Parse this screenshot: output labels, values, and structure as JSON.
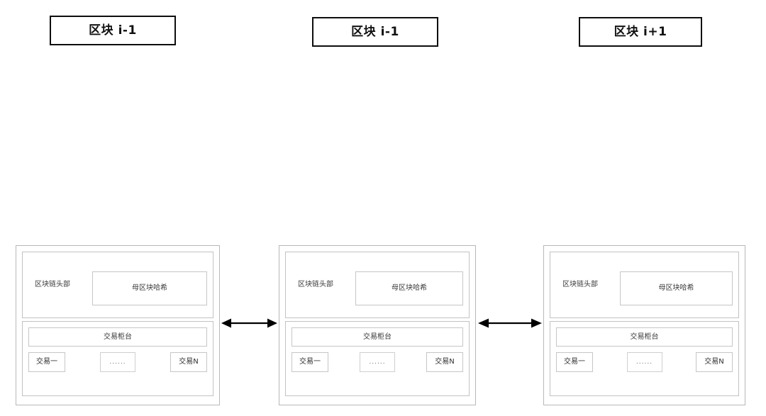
{
  "diagram": {
    "type": "blockchain-block-structure",
    "background_color": "#ffffff",
    "border_color": "#c2c2c2",
    "title_border_color": "#0d0d0d",
    "arrow_color": "#000000",
    "titles": [
      {
        "label": "区块 i-1"
      },
      {
        "label": "区块 i-1"
      },
      {
        "label": "区块 i+1"
      }
    ],
    "blocks": [
      {
        "header_label": "区块链头部",
        "hash_label": "母区块哈希",
        "counter_label": "交易柜台",
        "transactions": [
          {
            "label": "交易一"
          },
          {
            "label": "......"
          },
          {
            "label": "交易N"
          }
        ]
      },
      {
        "header_label": "区块链头部",
        "hash_label": "母区块哈希",
        "counter_label": "交易柜台",
        "transactions": [
          {
            "label": "交易一"
          },
          {
            "label": "......"
          },
          {
            "label": "交易N"
          }
        ]
      },
      {
        "header_label": "区块链头部",
        "hash_label": "母区块哈希",
        "counter_label": "交易柜台",
        "transactions": [
          {
            "label": "交易一"
          },
          {
            "label": "......"
          },
          {
            "label": "交易N"
          }
        ]
      }
    ],
    "connectors": [
      {
        "icon": "double-arrow-horizontal-icon"
      },
      {
        "icon": "double-arrow-horizontal-icon"
      }
    ]
  }
}
